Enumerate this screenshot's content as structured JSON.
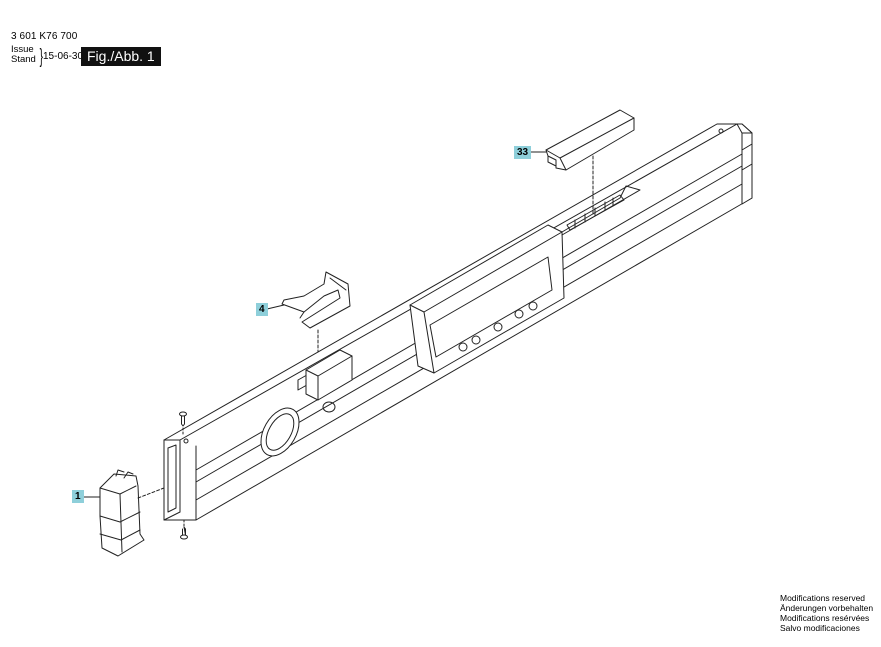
{
  "header": {
    "doc_number": "3 601 K76 700",
    "issue_label": "Issue",
    "stand_label": "Stand",
    "issue_date": "15-06-30",
    "figure_label": "Fig./Abb. 1"
  },
  "callouts": [
    {
      "id": "1"
    },
    {
      "id": "4"
    },
    {
      "id": "33"
    }
  ],
  "footer": {
    "notices": [
      "Modifications reserved",
      "Änderungen vorbehalten",
      "Modifications resérvées",
      "Salvo modificaciones"
    ]
  },
  "colors": {
    "line": "#222222",
    "callout_bg": "#8ecfda",
    "figure_label_bg": "#111111"
  }
}
